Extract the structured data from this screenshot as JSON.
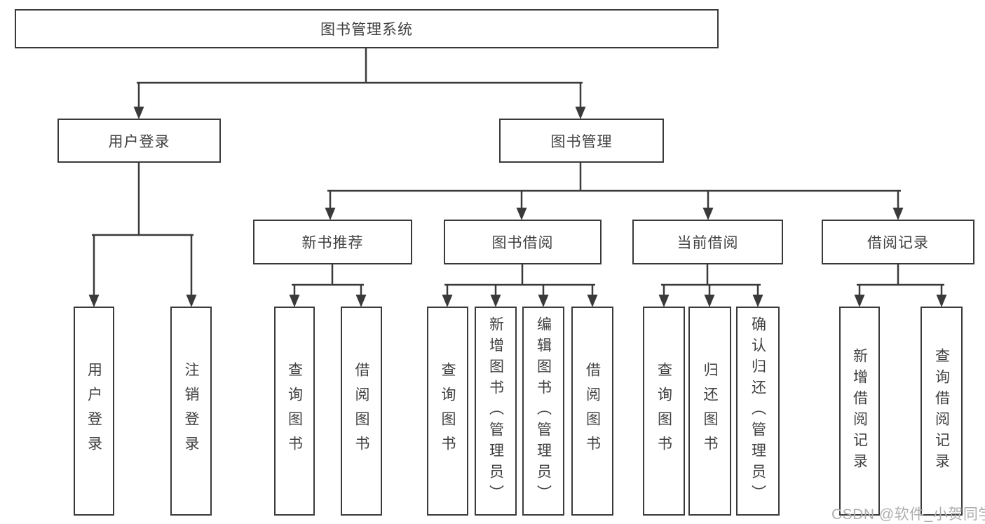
{
  "tree": {
    "label": "图书管理系统",
    "children": [
      {
        "label": "用户登录",
        "children": [
          {
            "label": "用户登录"
          },
          {
            "label": "注销登录"
          }
        ]
      },
      {
        "label": "图书管理",
        "children": [
          {
            "label": "新书推荐",
            "children": [
              {
                "label": "查询图书"
              },
              {
                "label": "借阅图书"
              }
            ]
          },
          {
            "label": "图书借阅",
            "children": [
              {
                "label": "查询图书"
              },
              {
                "label": "新增图书（管理员）"
              },
              {
                "label": "编辑图书（管理员）"
              },
              {
                "label": "借阅图书"
              }
            ]
          },
          {
            "label": "当前借阅",
            "children": [
              {
                "label": "查询图书"
              },
              {
                "label": "归还图书"
              },
              {
                "label": "确认归还（管理员）"
              }
            ]
          },
          {
            "label": "借阅记录",
            "children": [
              {
                "label": "新增借阅记录"
              },
              {
                "label": "查询借阅记录"
              }
            ]
          }
        ]
      }
    ]
  },
  "watermark": {
    "text": "CSDN @软件_小贺同学"
  },
  "colors": {
    "line": "#3a3a3a",
    "text": "#404040",
    "watermark": "#aeaeae",
    "background": "#ffffff"
  }
}
